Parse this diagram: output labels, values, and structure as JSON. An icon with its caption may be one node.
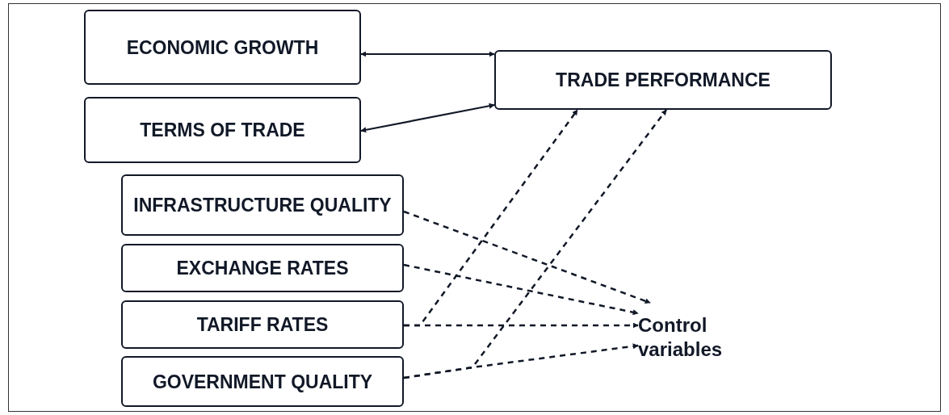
{
  "diagram": {
    "nodes": [
      {
        "text": [
          "ECONOMIC GROWTH"
        ]
      },
      {
        "text": [
          "TERMS OF TRADE"
        ]
      },
      {
        "text": [
          "TRADE PERFORMANCE"
        ]
      },
      {
        "text": [
          "INFRASTRUCTURE QUALITY"
        ]
      },
      {
        "text": [
          "EXCHANGE RATES"
        ]
      },
      {
        "text": [
          "TARIFF RATES"
        ]
      },
      {
        "text": [
          "GOVERNMENT QUALITY"
        ]
      },
      {
        "text": [
          "Control variables"
        ]
      }
    ],
    "edges": [
      {
        "from": 0,
        "to": 2,
        "arrow": "both"
      },
      {
        "from": 1,
        "to": 2,
        "arrow": "both"
      },
      {
        "from": 3,
        "to": 7,
        "arrow": "to",
        "style": "dashed"
      },
      {
        "from": 4,
        "to": 7,
        "arrow": "to",
        "style": "dashed"
      },
      {
        "from": 5,
        "to": 7,
        "arrow": "to",
        "style": "dashed"
      },
      {
        "from": 6,
        "to": 7,
        "arrow": "to",
        "style": "dashed"
      },
      {
        "from": 5,
        "to": 2,
        "arrow": "to",
        "style": "dashed"
      },
      {
        "from": 6,
        "to": 2,
        "arrow": "to",
        "style": "dashed"
      }
    ]
  }
}
